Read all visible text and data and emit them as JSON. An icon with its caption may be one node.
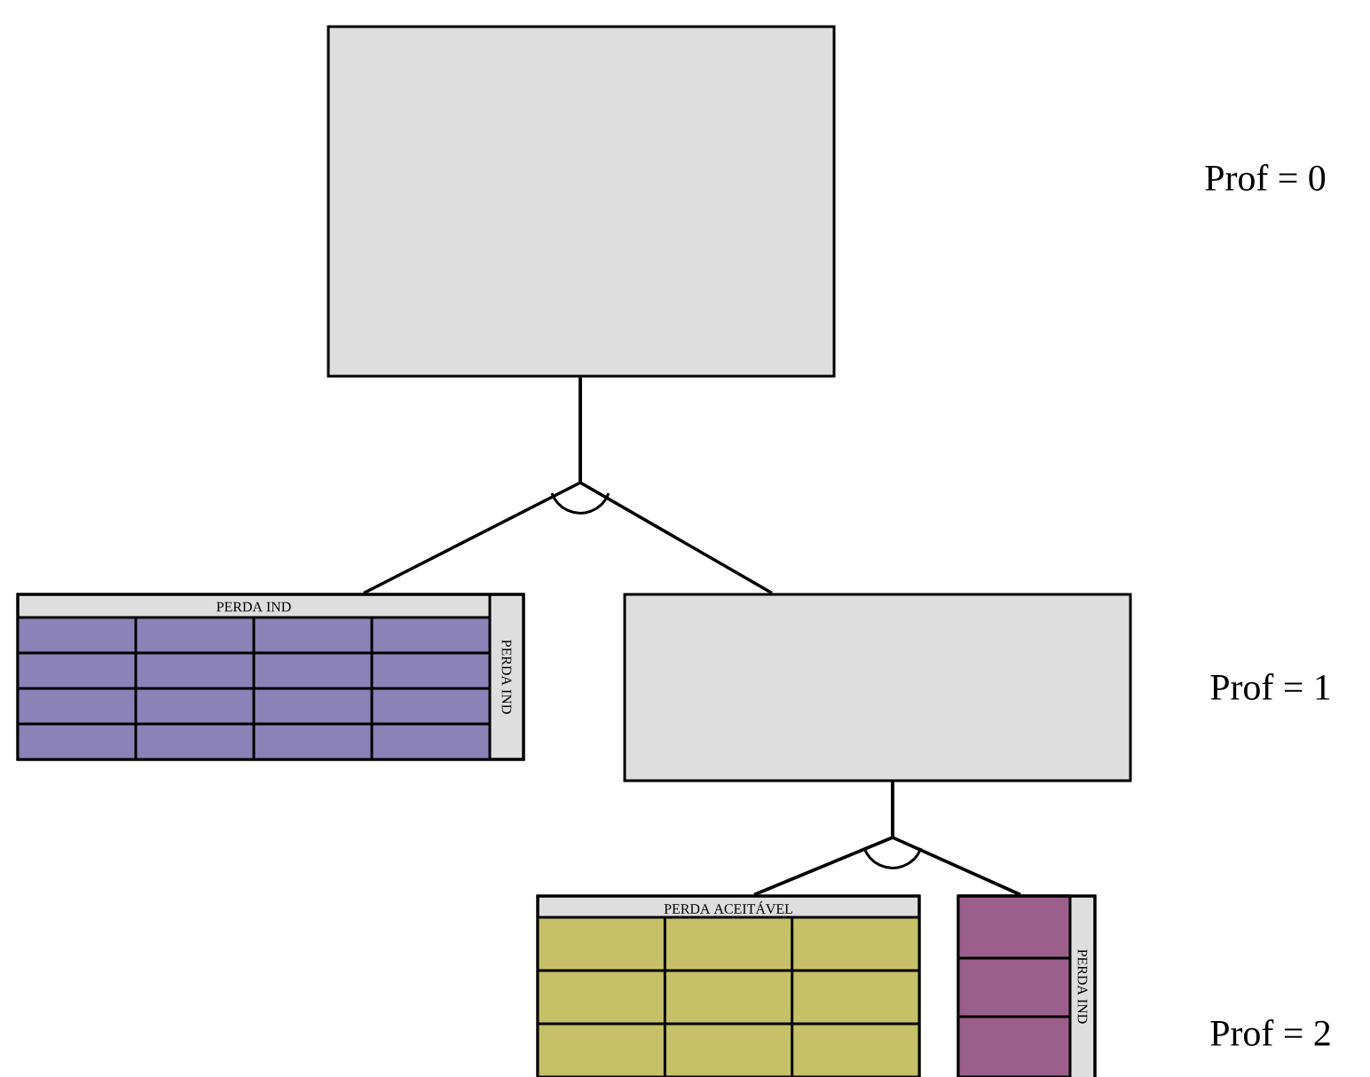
{
  "diagram": {
    "nodes": [
      {
        "text": [],
        "shape": "box"
      },
      {
        "text": [
          "PERDA IND",
          "PERDA IND"
        ]
      },
      {
        "text": [],
        "shape": "box"
      },
      {
        "text": [
          "PERDA ACEITÁVEL"
        ]
      },
      {
        "text": [
          "PERDA IND"
        ]
      }
    ],
    "edges": [
      {
        "from": 0,
        "to": 1,
        "arrow": "none"
      },
      {
        "from": 0,
        "to": 2,
        "arrow": "none"
      },
      {
        "from": 2,
        "to": 3,
        "arrow": "none"
      },
      {
        "from": 2,
        "to": 4,
        "arrow": "none"
      }
    ],
    "labels": [
      "Prof = 0",
      "Prof = 1",
      "Prof = 2"
    ]
  }
}
